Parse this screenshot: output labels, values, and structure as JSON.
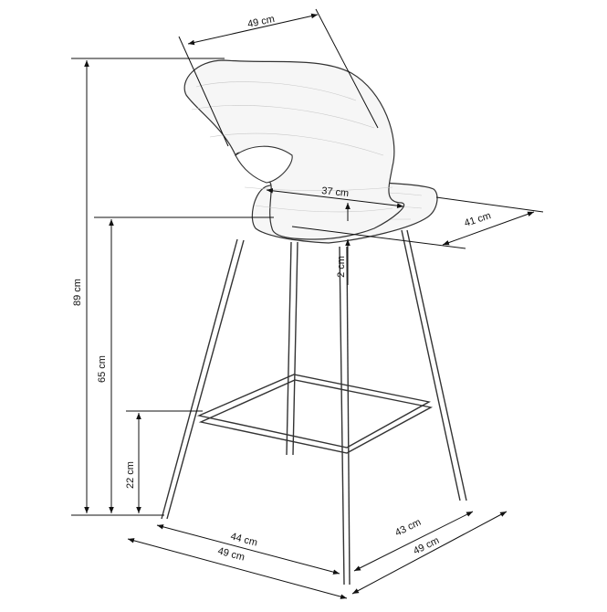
{
  "dimensions": {
    "backrest_width": "49 cm",
    "total_height": "89 cm",
    "seat_width": "37 cm",
    "seat_depth": "41 cm",
    "seat_height": "65 cm",
    "seat_thickness": "2 cm",
    "footrest_height": "22 cm",
    "base_front_width": "44 cm",
    "overall_width": "49 cm",
    "base_depth": "43 cm",
    "overall_depth": "49 cm"
  },
  "colors": {
    "line": "#111111",
    "upholstery": "#f6f6f6"
  }
}
